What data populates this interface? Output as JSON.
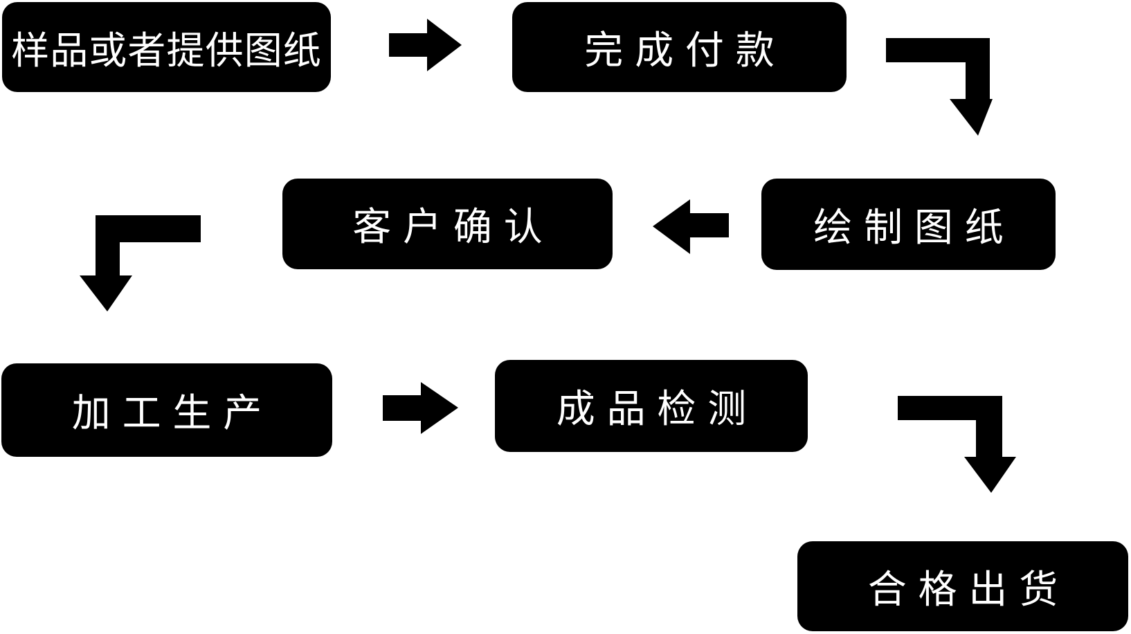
{
  "diagram": {
    "title": "production-process-flowchart",
    "background_color": "#ffffff",
    "node_fill_color": "#000000",
    "node_text_color": "#ffffff",
    "nodes": [
      {
        "id": "sample-or-drawing",
        "label": "样品或者提供图纸"
      },
      {
        "id": "complete-payment",
        "label": "完成付款"
      },
      {
        "id": "draw-blueprint",
        "label": "绘制图纸"
      },
      {
        "id": "customer-confirm",
        "label": "客户确认"
      },
      {
        "id": "processing-production",
        "label": "加工生产"
      },
      {
        "id": "finished-product-inspection",
        "label": "成品检测"
      },
      {
        "id": "qualified-shipment",
        "label": "合格出货"
      }
    ],
    "arrows": [
      {
        "from": "sample-or-drawing",
        "to": "complete-payment",
        "shape": "straight-right"
      },
      {
        "from": "complete-payment",
        "to": "draw-blueprint",
        "shape": "elbow-right-down"
      },
      {
        "from": "draw-blueprint",
        "to": "customer-confirm",
        "shape": "straight-left"
      },
      {
        "from": "customer-confirm",
        "to": "processing-production",
        "shape": "elbow-left-down"
      },
      {
        "from": "processing-production",
        "to": "finished-product-inspection",
        "shape": "straight-right"
      },
      {
        "from": "finished-product-inspection",
        "to": "qualified-shipment",
        "shape": "elbow-right-down"
      }
    ]
  }
}
